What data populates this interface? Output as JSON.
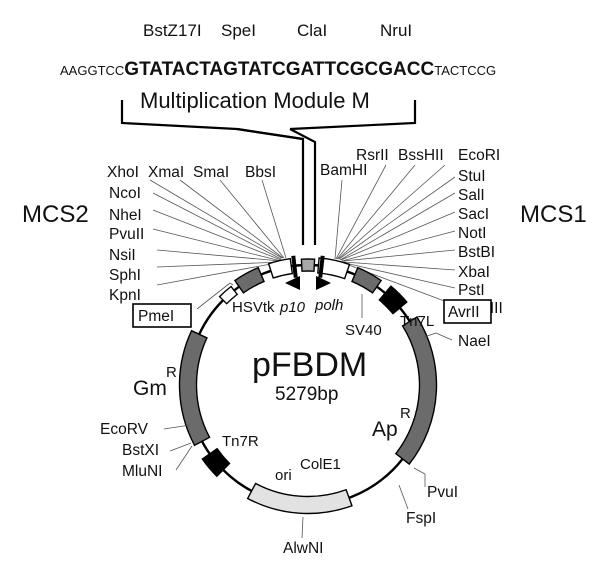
{
  "sequence": {
    "prefix": "AAGGTCC",
    "core": "GTATACTAGTATCGATTCGCGACC",
    "suffix": "TACTCCG",
    "sites_above": [
      "BstZ17I",
      "SpeI",
      "ClaI",
      "NruI"
    ]
  },
  "module_label": "Multiplication Module M",
  "mcs2": {
    "label": "MCS2",
    "top_sites": [
      "XhoI",
      "XmaI",
      "SmaI",
      "BbsI"
    ],
    "side_sites": [
      "NcoI",
      "NheI",
      "PvuII",
      "NsiI",
      "SphI",
      "KpnI"
    ]
  },
  "mcs1": {
    "label": "MCS1",
    "top_sites": [
      "BamHI",
      "RsrII",
      "BssHII",
      "EcoRI"
    ],
    "side_sites": [
      "StuI",
      "SalI",
      "SacI",
      "NotI",
      "BstBI",
      "XbaI",
      "PstI",
      "HindIII"
    ]
  },
  "plasmid": {
    "name": "pFBDM",
    "size": "5279bp"
  },
  "features": {
    "hsvtk": "HSVtk",
    "p10": "p10",
    "polh": "polh",
    "sv40": "SV40",
    "tn7l": "Tn7L",
    "tn7r": "Tn7R",
    "gm": "Gm",
    "gm_sup": "R",
    "ap": "Ap",
    "ap_sup": "R",
    "ori": "ori",
    "cole1": "ColE1"
  },
  "sites": {
    "pmei": "PmeI",
    "avrii": "AvrII",
    "naei": "NaeI",
    "pvui": "PvuI",
    "fspi": "FspI",
    "alwni": "AlwNI",
    "ecorv": "EcoRV",
    "bstxi": "BstXI",
    "mluni": "MluNI"
  },
  "colors": {
    "resistance_gene": "#6b6b6b",
    "ori": "#e2e2e2",
    "tn7": "#000000",
    "module_box": "#a8a8a8",
    "white_box": "#ffffff"
  }
}
